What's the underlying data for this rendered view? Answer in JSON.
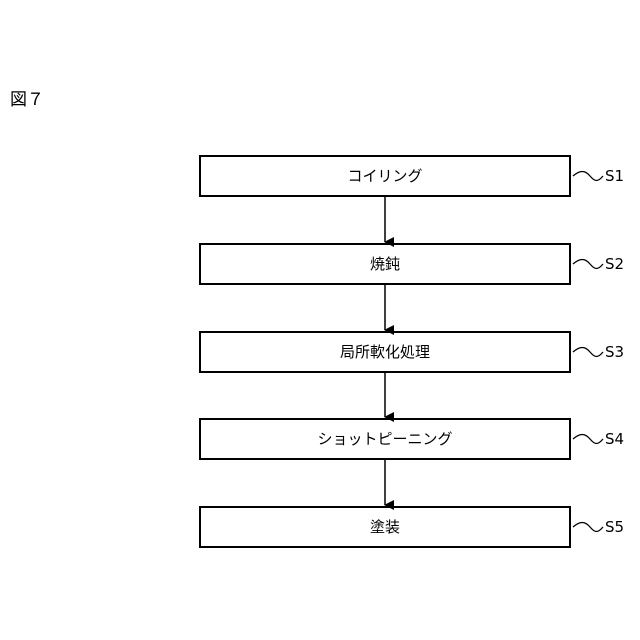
{
  "figure_label": "図７",
  "steps": [
    {
      "text": "コイリング",
      "id": "S1"
    },
    {
      "text": "焼鈍",
      "id": "S2"
    },
    {
      "text": "局所軟化処理",
      "id": "S3"
    },
    {
      "text": "ショットピーニング",
      "id": "S4"
    },
    {
      "text": "塗装",
      "id": "S5"
    }
  ]
}
